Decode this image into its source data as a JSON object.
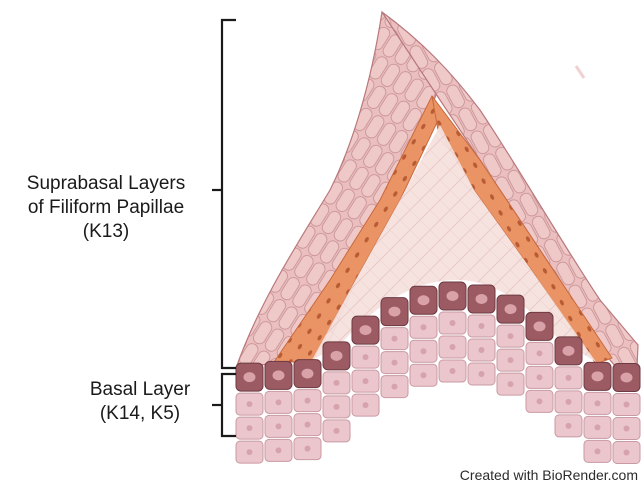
{
  "labels": {
    "suprabasal": {
      "line1": "Suprabasal Layers",
      "line2": "of Filiform Papillae",
      "line3": "(K13)"
    },
    "basal": {
      "line1": "Basal Layer",
      "line2": "(K14, K5)"
    }
  },
  "credit": "Created with BioRender.com",
  "colors": {
    "outer_cells": "#e8b9ba",
    "outer_outline": "#b9787c",
    "orange_layer": "#e88b5d",
    "orange_dots": "#b85a33",
    "inner_core": "#f4dcd9",
    "basal_dark": "#9c5a63",
    "basal_light": "#d9a2a8",
    "lower_cells": "#ecc6cd",
    "bracket": "#1a1a1a"
  }
}
